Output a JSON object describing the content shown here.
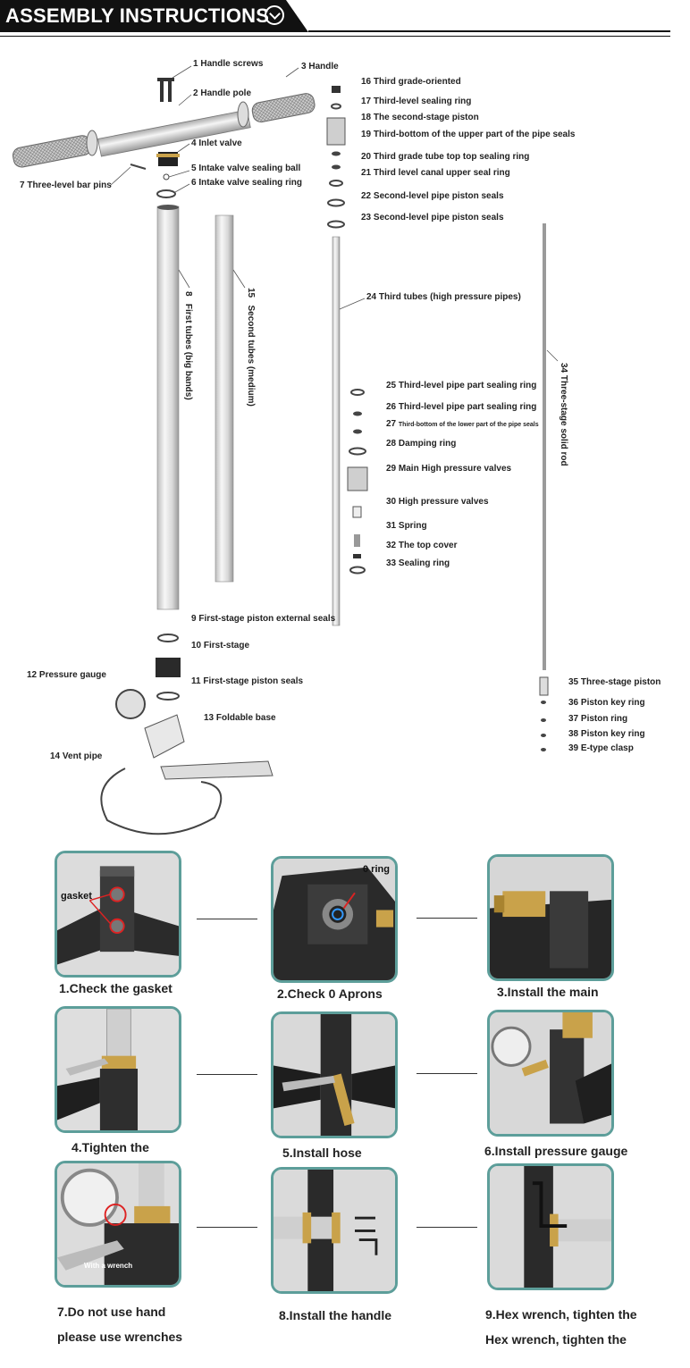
{
  "header": {
    "title": "ASSEMBLY INSTRUCTIONS"
  },
  "parts": {
    "p1": "1",
    "l1": "Handle screws",
    "p2": "2",
    "l2": "Handle pole",
    "p3": "3",
    "l3": "Handle",
    "p4": "4",
    "l4": "Inlet valve",
    "p5": "5",
    "l5": "Intake valve sealing ball",
    "p6": "6",
    "l6": "Intake valve sealing ring",
    "p7": "7",
    "l7": "Three-level bar pins",
    "p8": "8",
    "l8": "First tubes (big bands)",
    "p9": "9",
    "l9": "First-stage piston external seals",
    "p10": "10",
    "l10": "First-stage",
    "p11": "11",
    "l11": "First-stage piston seals",
    "p12": "12",
    "l12": "Pressure gauge",
    "p13": "13",
    "l13": "Foldable base",
    "p14": "14",
    "l14": "Vent pipe",
    "p15": "15",
    "l15": "Second tubes (medium)",
    "p16": "16",
    "l16": "Third grade-oriented",
    "p17": "17",
    "l17": "Third-level sealing ring",
    "p18": "18",
    "l18": "The second-stage piston",
    "p19": "19",
    "l19": "Third-bottom of the upper part of the pipe seals",
    "p20": "20",
    "l20": "Third grade tube top top sealing ring",
    "p21": "21",
    "l21": "Third level canal upper seal ring",
    "p22": "22",
    "l22": "Second-level pipe piston seals",
    "p23": "23",
    "l23": "Second-level pipe piston seals",
    "p24": "24",
    "l24": "Third tubes (high pressure pipes)",
    "p25": "25",
    "l25": "Third-level pipe part sealing ring",
    "p26": "26",
    "l26": "Third-level pipe part sealing ring",
    "p27": "27",
    "l27": "Third-bottom of the lower part of the pipe seals",
    "p28": "28",
    "l28": "Damping ring",
    "p29": "29",
    "l29": "Main High pressure valves",
    "p30": "30",
    "l30": "High pressure valves",
    "p31": "31",
    "l31": "Spring",
    "p32": "32",
    "l32": "The top cover",
    "p33": "33",
    "l33": "Sealing ring",
    "p34": "34",
    "l34": "Three-stage solid rod",
    "p35": "35",
    "l35": "Three-stage piston",
    "p36": "36",
    "l36": "Piston key ring",
    "p37": "37",
    "l37": "Piston ring",
    "p38": "38",
    "l38": "Piston key ring",
    "p39": "39",
    "l39": "E-type clasp"
  },
  "steps": [
    {
      "caption": "1.Check the gasket",
      "tag": "gasket"
    },
    {
      "caption": "2.Check 0 Aprons",
      "tag": "0 ring"
    },
    {
      "caption": "3.Install the main"
    },
    {
      "caption": "4.Tighten the"
    },
    {
      "caption": "5.Install hose"
    },
    {
      "caption": "6.Install  pressure gauge"
    },
    {
      "caption": "7.Do not use hand",
      "caption2": "please use wrenches",
      "tag": "With a wrench"
    },
    {
      "caption": "8.Install the handle"
    },
    {
      "caption": "9.Hex wrench, tighten the",
      "caption2": "Hex wrench, tighten the"
    }
  ]
}
